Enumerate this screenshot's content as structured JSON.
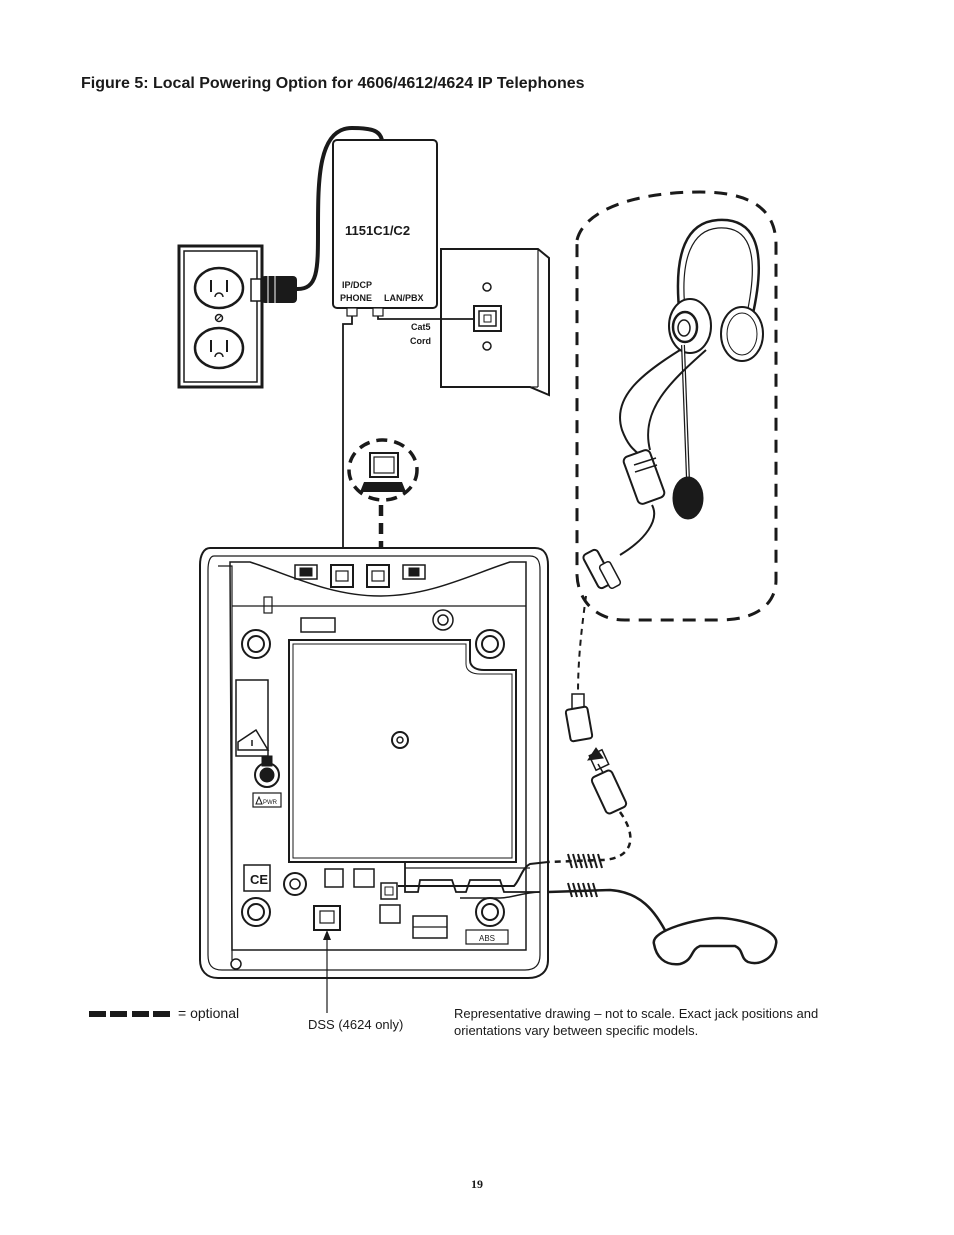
{
  "figure": {
    "title": "Figure 5: Local Powering Option for 4606/4612/4624 IP Telephones"
  },
  "power_adapter": {
    "model": "1151C1/C2",
    "port_left_line1": "IP/DCP",
    "port_left_line2": "PHONE",
    "port_right": "LAN/PBX"
  },
  "wall_jack": {
    "cord_line1": "Cat5",
    "cord_line2": "Cord"
  },
  "phone_base": {
    "abs_label": "ABS",
    "pwr_label": "PWR"
  },
  "legend": {
    "optional_text": "= optional"
  },
  "callouts": {
    "dss": "DSS (4624 only)"
  },
  "note": {
    "text": "Representative drawing – not to scale. Exact jack positions and orientations vary between specific models."
  },
  "page": {
    "number": "19"
  }
}
